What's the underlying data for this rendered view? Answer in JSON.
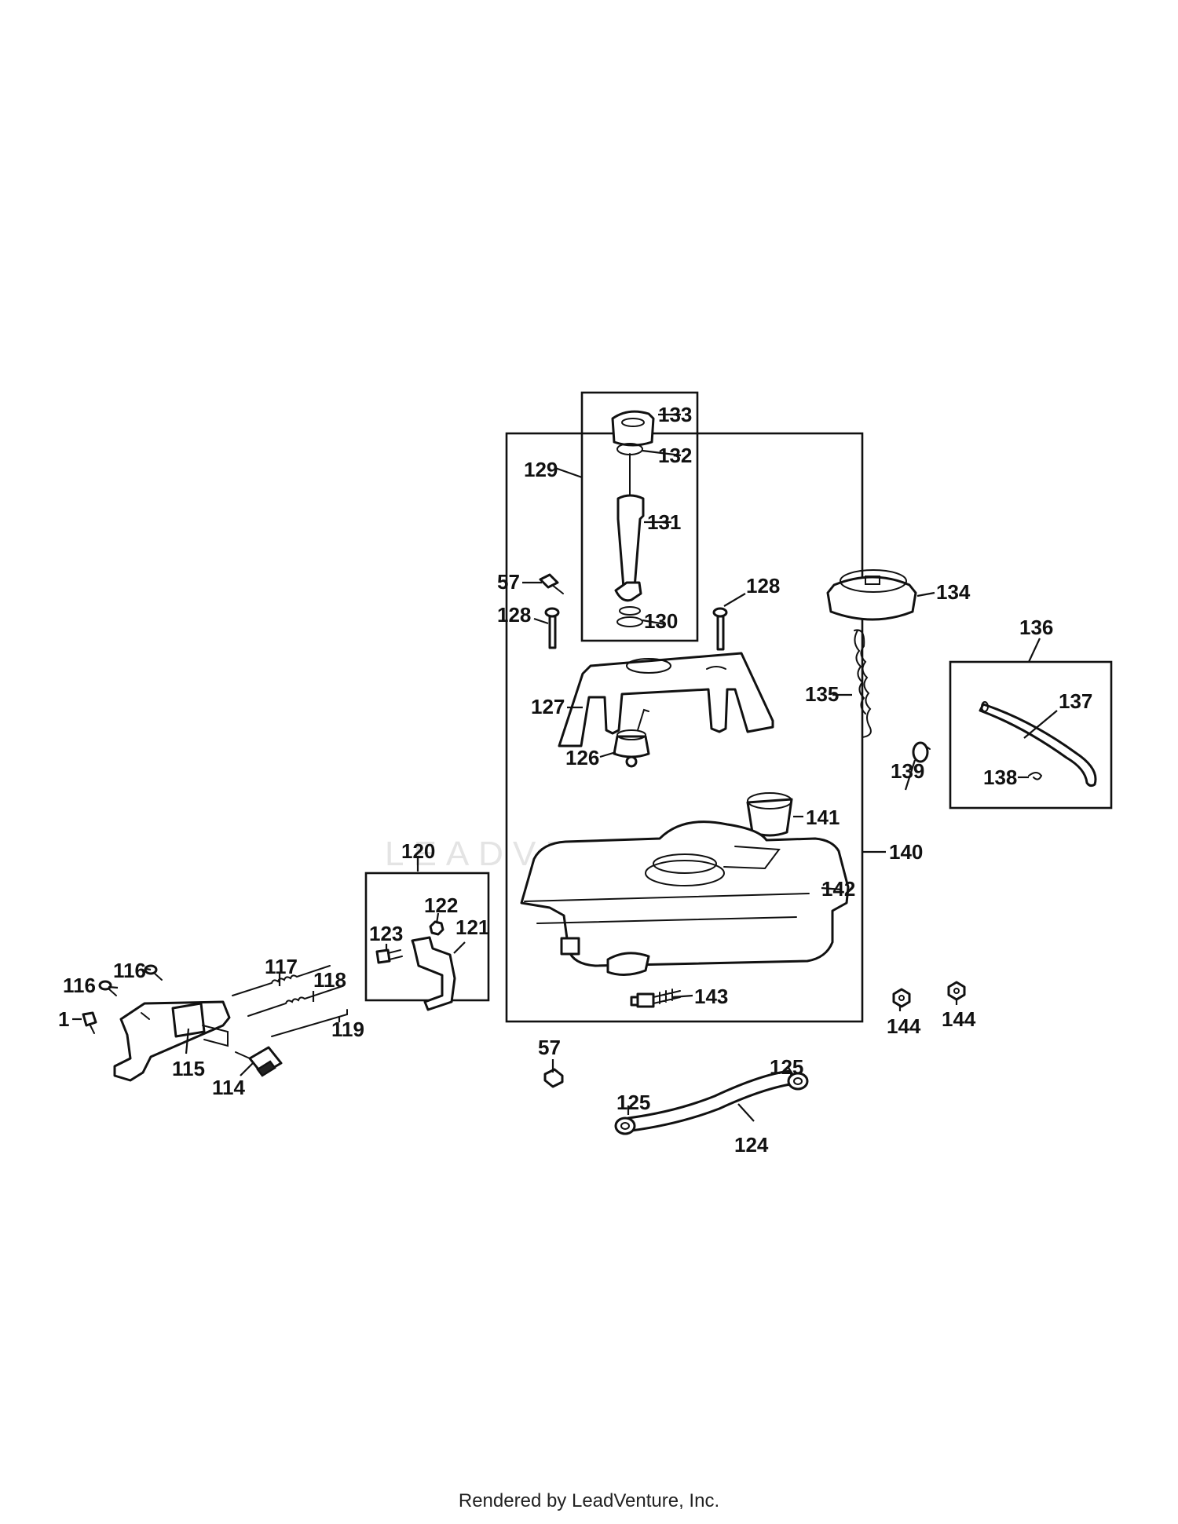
{
  "watermark": "LEADVENTURE",
  "labels": [
    {
      "id": "1",
      "text": "1"
    },
    {
      "id": "57a",
      "text": "57"
    },
    {
      "id": "57b",
      "text": "57"
    },
    {
      "id": "114",
      "text": "114"
    },
    {
      "id": "115",
      "text": "115"
    },
    {
      "id": "116a",
      "text": "116"
    },
    {
      "id": "116b",
      "text": "116"
    },
    {
      "id": "117",
      "text": "117"
    },
    {
      "id": "118",
      "text": "118"
    },
    {
      "id": "119",
      "text": "119"
    },
    {
      "id": "120",
      "text": "120"
    },
    {
      "id": "121",
      "text": "121"
    },
    {
      "id": "122",
      "text": "122"
    },
    {
      "id": "123",
      "text": "123"
    },
    {
      "id": "124",
      "text": "124"
    },
    {
      "id": "125a",
      "text": "125"
    },
    {
      "id": "125b",
      "text": "125"
    },
    {
      "id": "126",
      "text": "126"
    },
    {
      "id": "127",
      "text": "127"
    },
    {
      "id": "128a",
      "text": "128"
    },
    {
      "id": "128b",
      "text": "128"
    },
    {
      "id": "129",
      "text": "129"
    },
    {
      "id": "130",
      "text": "130"
    },
    {
      "id": "131",
      "text": "131"
    },
    {
      "id": "132",
      "text": "132"
    },
    {
      "id": "133",
      "text": "133"
    },
    {
      "id": "134",
      "text": "134"
    },
    {
      "id": "135",
      "text": "135"
    },
    {
      "id": "136",
      "text": "136"
    },
    {
      "id": "137",
      "text": "137"
    },
    {
      "id": "138",
      "text": "138"
    },
    {
      "id": "139",
      "text": "139"
    },
    {
      "id": "140",
      "text": "140"
    },
    {
      "id": "141",
      "text": "141"
    },
    {
      "id": "142",
      "text": "142"
    },
    {
      "id": "143",
      "text": "143"
    },
    {
      "id": "144a",
      "text": "144"
    },
    {
      "id": "144b",
      "text": "144"
    }
  ],
  "footer": "Rendered by LeadVenture, Inc."
}
